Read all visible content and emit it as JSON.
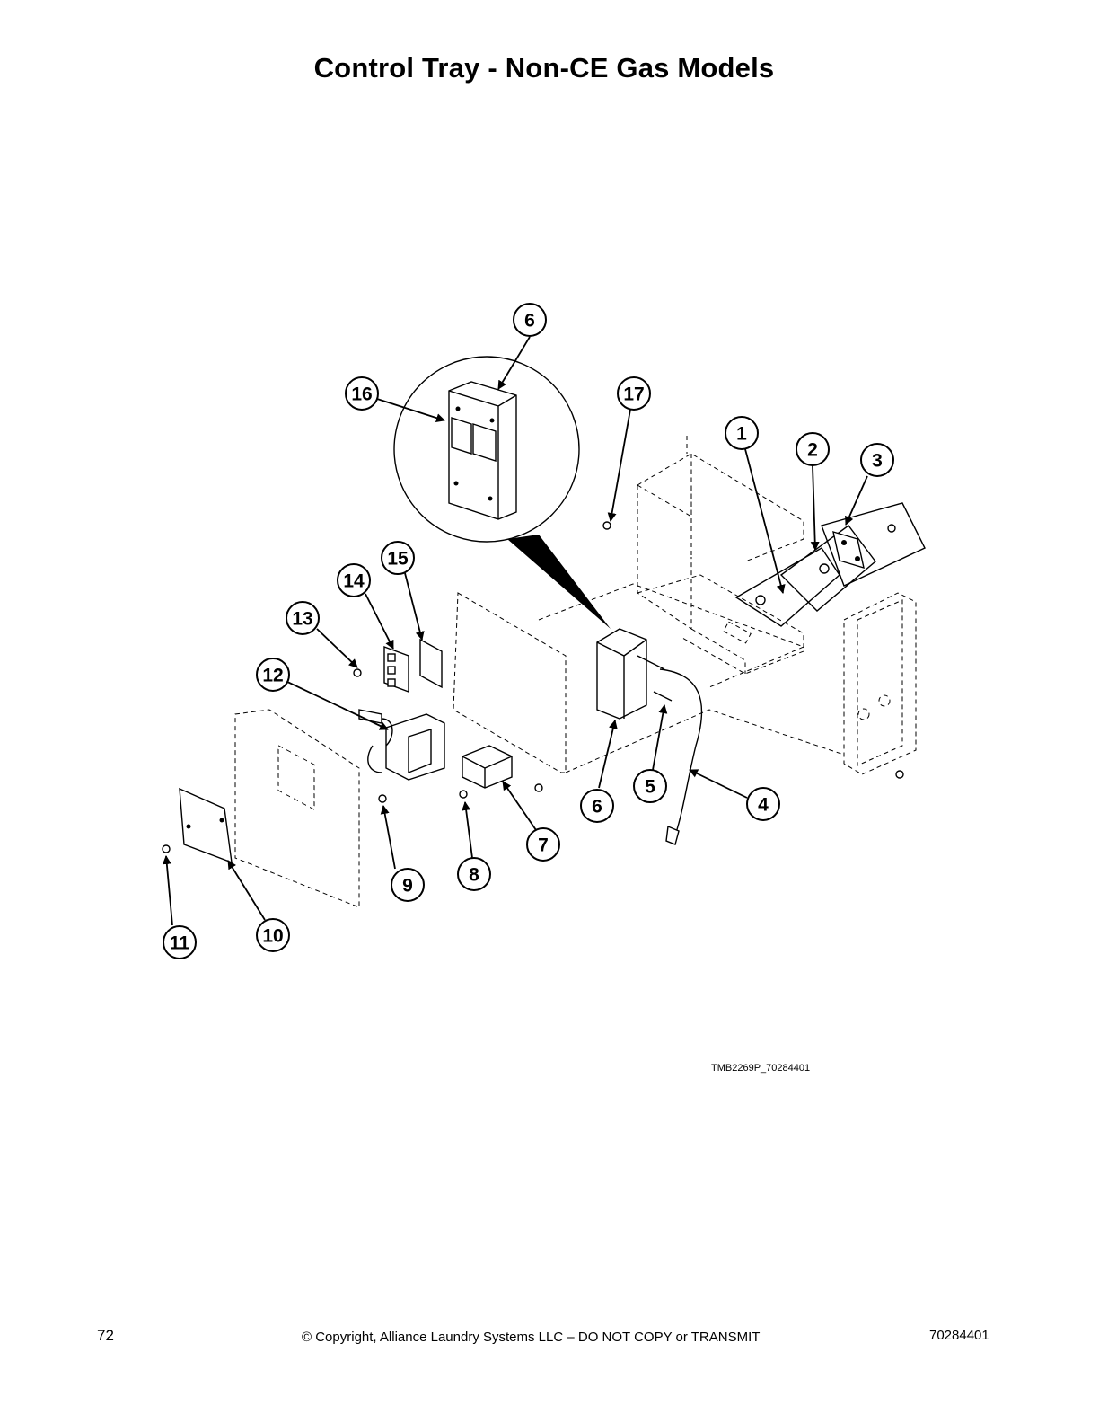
{
  "title": "Control Tray - Non-CE Gas Models",
  "figure_code": "TMB2269P_70284401",
  "callouts": {
    "c1": "1",
    "c2": "2",
    "c3": "3",
    "c4": "4",
    "c5": "5",
    "c6a": "6",
    "c6b": "6",
    "c7": "7",
    "c8": "8",
    "c9": "9",
    "c10": "10",
    "c11": "11",
    "c12": "12",
    "c13": "13",
    "c14": "14",
    "c15": "15",
    "c16": "16",
    "c17": "17"
  },
  "footer": {
    "page_number": "72",
    "copyright": "© Copyright, Alliance Laundry Systems LLC – DO NOT COPY or TRANSMIT",
    "doc_number": "70284401"
  }
}
